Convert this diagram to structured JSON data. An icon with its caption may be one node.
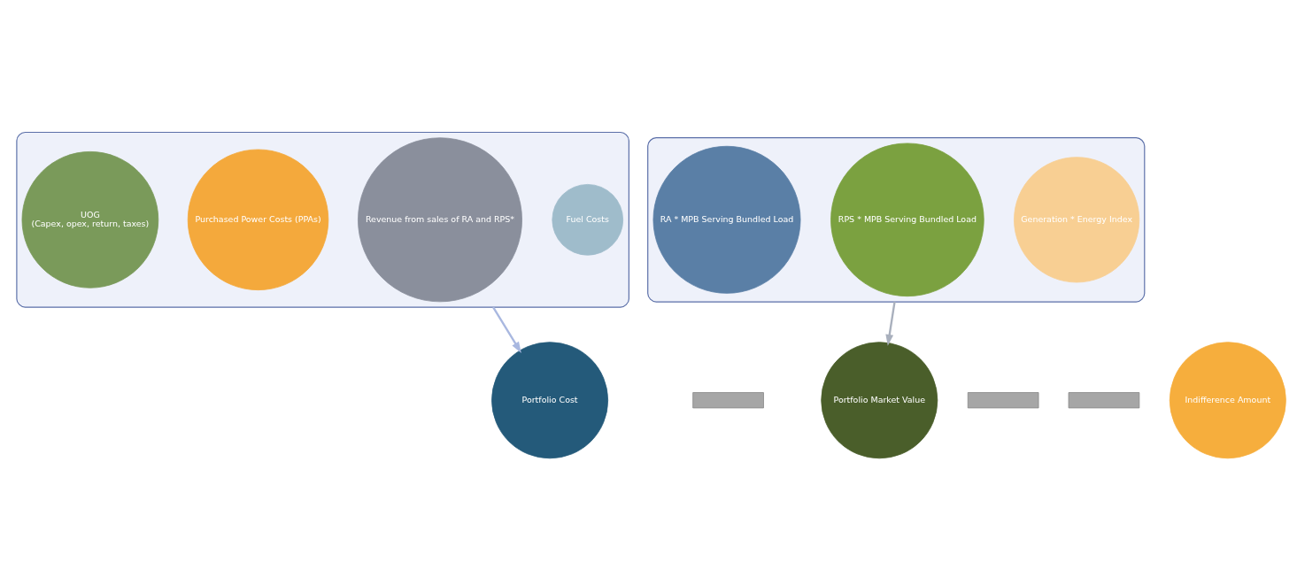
{
  "diagram": {
    "nodes": [
      {
        "text": [],
        "shape": "funnel"
      },
      {
        "text": [
          "UOG",
          "(Capex, opex, return, taxes)"
        ],
        "in": 0
      },
      {
        "text": [
          "Purchased Power Costs (PPAs)"
        ],
        "in": 0
      },
      {
        "text": [
          "Revenue from sales of RA and RPS*"
        ],
        "in": 0
      },
      {
        "text": [
          "Fuel Costs"
        ],
        "in": 0
      },
      {
        "text": [],
        "shape": "funnel"
      },
      {
        "text": [
          "RA * MPB Serving Bundled Load"
        ],
        "in": 5
      },
      {
        "text": [
          "RPS * MPB Serving Bundled Load"
        ],
        "in": 5
      },
      {
        "text": [
          "Generation * Energy Index"
        ],
        "in": 5
      },
      {
        "text": [
          "Portfolio Cost"
        ]
      },
      {
        "text": [],
        "shape": "bar"
      },
      {
        "text": [
          "Portfolio Market Value"
        ]
      },
      {
        "text": [],
        "shape": "bar"
      },
      {
        "text": [],
        "shape": "bar"
      },
      {
        "text": [
          "Indifference Amount"
        ]
      }
    ],
    "edges": [
      {
        "from": 0,
        "to": 9,
        "arrow": "to",
        "color": "#a9b8e0"
      },
      {
        "from": 5,
        "to": 11,
        "arrow": "to",
        "color": "#a9b0bd"
      }
    ]
  }
}
